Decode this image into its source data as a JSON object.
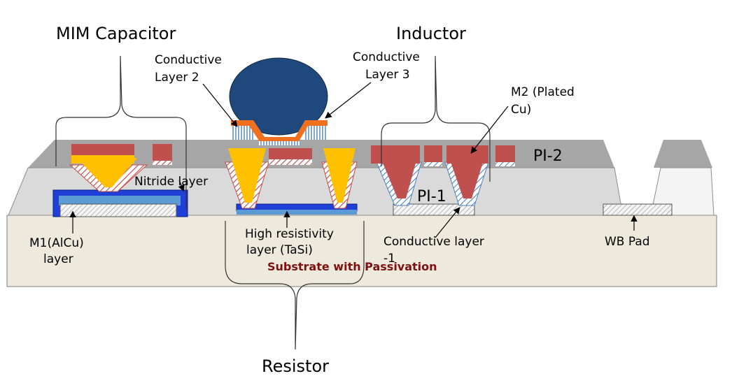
{
  "labels": {
    "mim_capacitor": "MIM Capacitor",
    "inductor": "Inductor",
    "resistor": "Resistor",
    "conductive_layer_2": [
      "Conductive",
      "Layer 2"
    ],
    "conductive_layer_3": [
      "Conductive",
      "Layer 3"
    ],
    "m2_plated_cu": [
      "M2 (Plated",
      "Cu)"
    ],
    "pi2": "PI-2",
    "pi1": "PI-1",
    "nitride_layer": "Nitride layer",
    "m1_alcu": [
      "M1(AlCu)",
      "layer"
    ],
    "high_resistivity": [
      "High  resistivity",
      "layer (TaSi)"
    ],
    "conductive_layer_1": [
      "Conductive layer",
      "-1"
    ],
    "wb_pad": "WB Pad",
    "substrate": "Substrate with Passivation"
  },
  "colors": {
    "substrate": "#ede9dc",
    "pi1": "#dadada",
    "pi2": "#a6a6a6",
    "copper": "#c0504d",
    "gold": "#ffc000",
    "bump": "#1f497d",
    "blue": "#1f3fd6",
    "light_blue": "#5b9bd5",
    "orange": "#f07020",
    "title_text": "#7f1010"
  }
}
